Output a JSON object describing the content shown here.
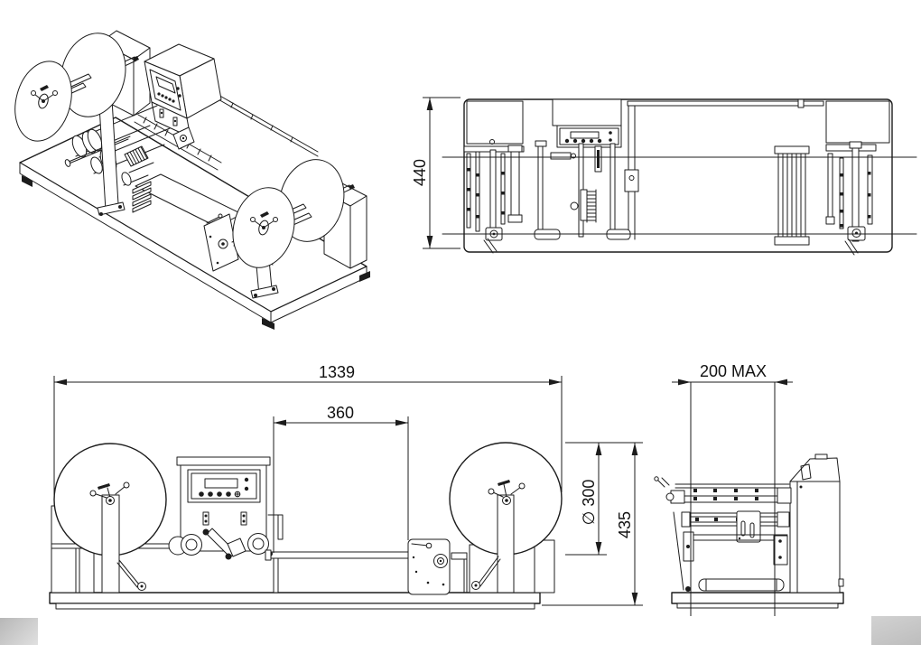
{
  "drawing": {
    "background_color": "#ffffff",
    "line_color": "#1c1c1c",
    "dimensions": {
      "overall_width": "1339",
      "center_gap": "360",
      "machine_depth": "440",
      "roll_diameter": "∅ 300",
      "overall_height": "435",
      "max_web_width": "200 MAX"
    },
    "corner_marks": {
      "left_color": "#b7b7b7",
      "right_color": "#c8c8c8"
    }
  }
}
